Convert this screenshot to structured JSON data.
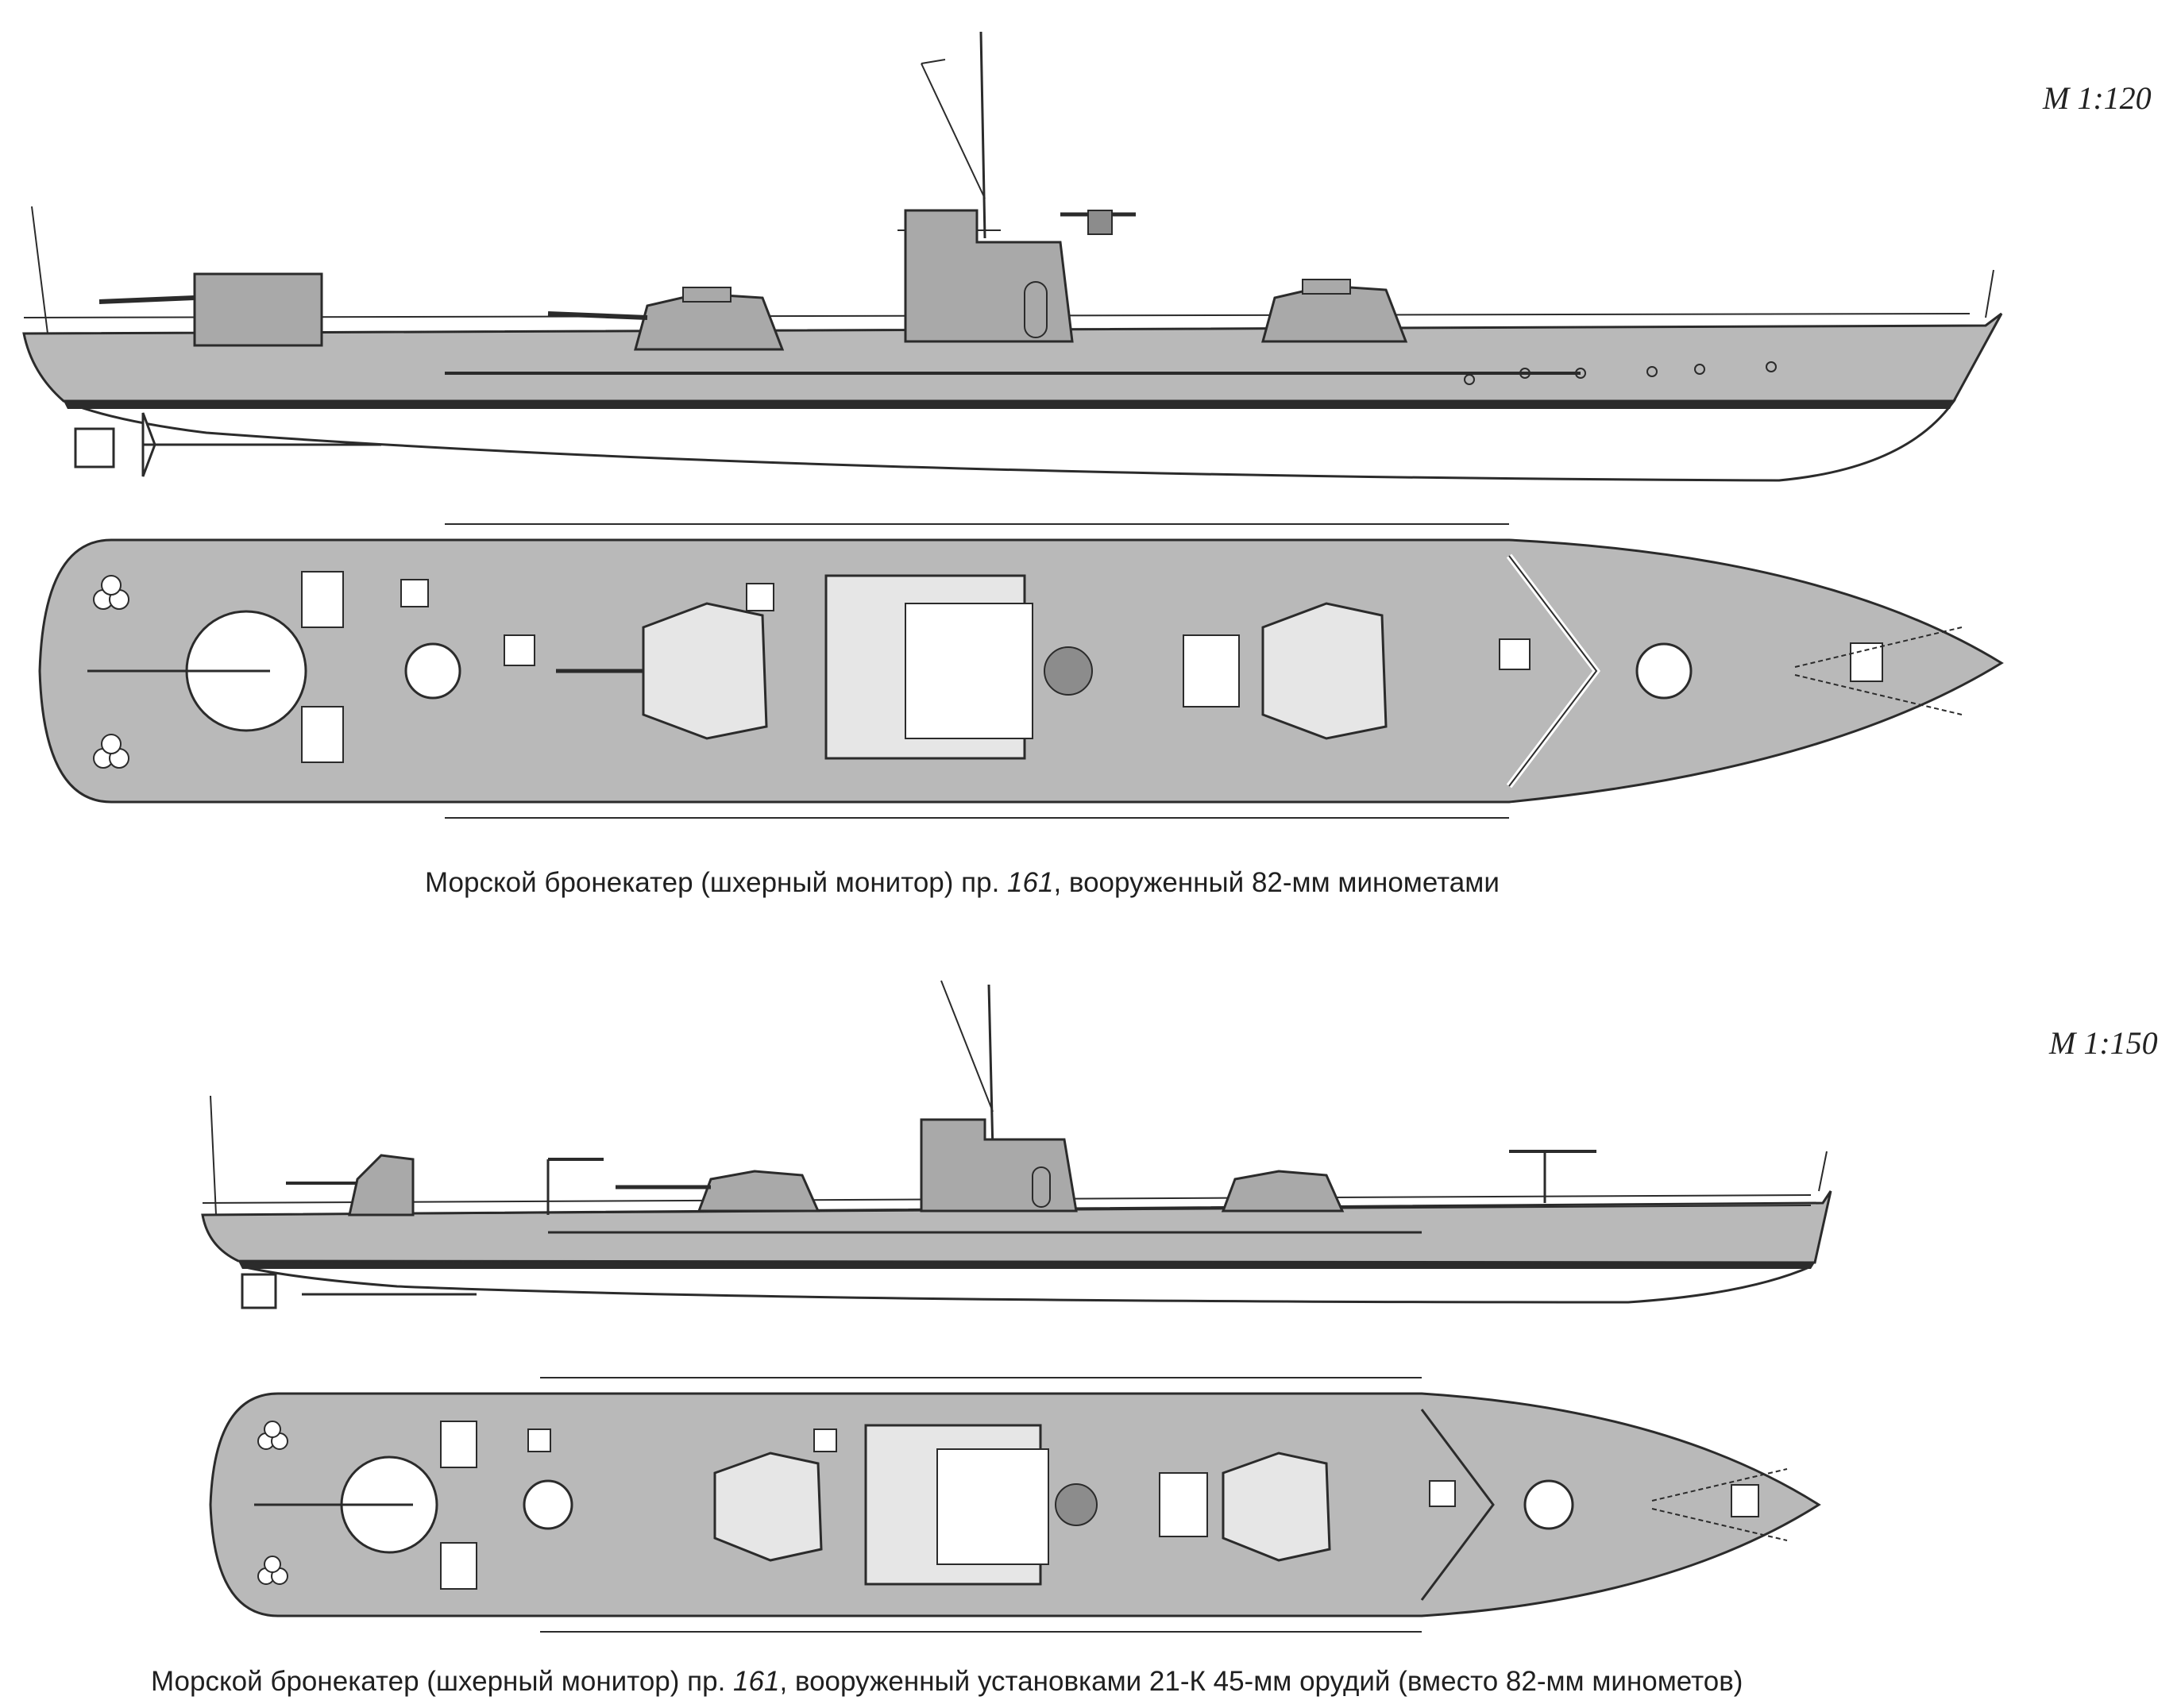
{
  "drawing_1": {
    "scale": "M 1:120",
    "caption": {
      "before": "Морской бронекатер (шхерный монитор) пр. ",
      "project": "161",
      "after": ", вооруженный 82-мм минометами"
    }
  },
  "drawing_2": {
    "scale": "M 1:150",
    "caption": {
      "before": "Морской бронекатер (шхерный монитор) пр. ",
      "project": "161",
      "after": ", вооруженный установками 21-К 45-мм орудий (вместо 82-мм минометов)"
    }
  },
  "colors": {
    "hull_grey": "#b9b9b9",
    "superstructure_grey": "#a9a9a9",
    "underwater_white": "#ffffff",
    "line": "#2b2b2b",
    "paper": "#ffffff"
  }
}
